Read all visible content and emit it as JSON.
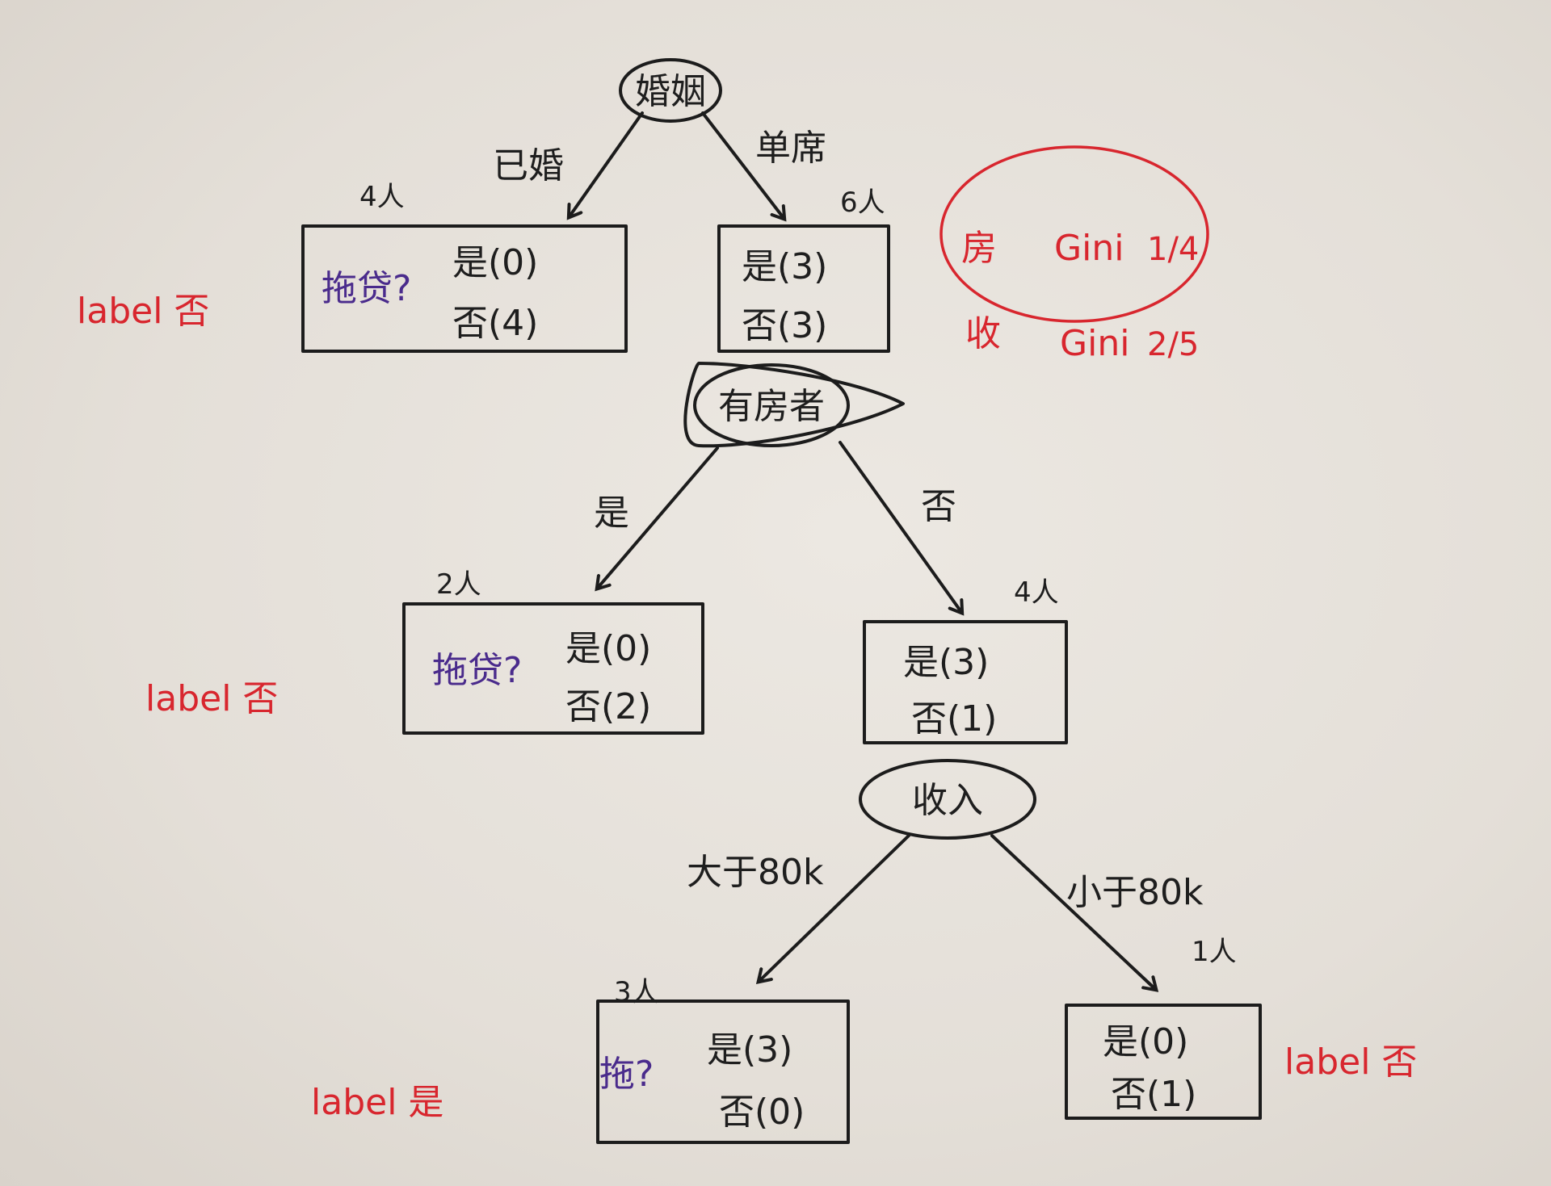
{
  "nodes": {
    "root": {
      "label": "婚姻"
    },
    "split_house": {
      "label": "有房者"
    },
    "split_income": {
      "label": "收入"
    }
  },
  "edges": {
    "married": "已婚",
    "single": "单席",
    "house_yes": "是",
    "house_no": "否",
    "income_high": "大于80k",
    "income_low": "小于80k"
  },
  "boxes": {
    "married": {
      "count": "4人",
      "question": "拖贷?",
      "yes": "是(0)",
      "no": "否(4)",
      "label": "label 否"
    },
    "single": {
      "count": "6人",
      "yes": "是(3)",
      "no": "否(3)"
    },
    "house_yes": {
      "count": "2人",
      "question": "拖贷?",
      "yes": "是(0)",
      "no": "否(2)",
      "label": "label 否"
    },
    "house_no": {
      "count": "4人",
      "yes": "是(3)",
      "no": "否(1)"
    },
    "income_high": {
      "count": "3人",
      "question": "拖?",
      "yes": "是(3)",
      "no": "否(0)",
      "label": "label 是"
    },
    "income_low": {
      "count": "1人",
      "yes": "是(0)",
      "no": "否(1)",
      "label": "label 否"
    }
  },
  "gini_notes": {
    "house": {
      "name": "房",
      "text": "Gini",
      "value": "1/4"
    },
    "income": {
      "name": "收",
      "text": "Gini",
      "value": "2/5"
    }
  },
  "colors": {
    "ink": "#1c1c1c",
    "label_red": "#d8262e",
    "question_purple": "#4a2b8c",
    "paper": "#e6e1da"
  }
}
